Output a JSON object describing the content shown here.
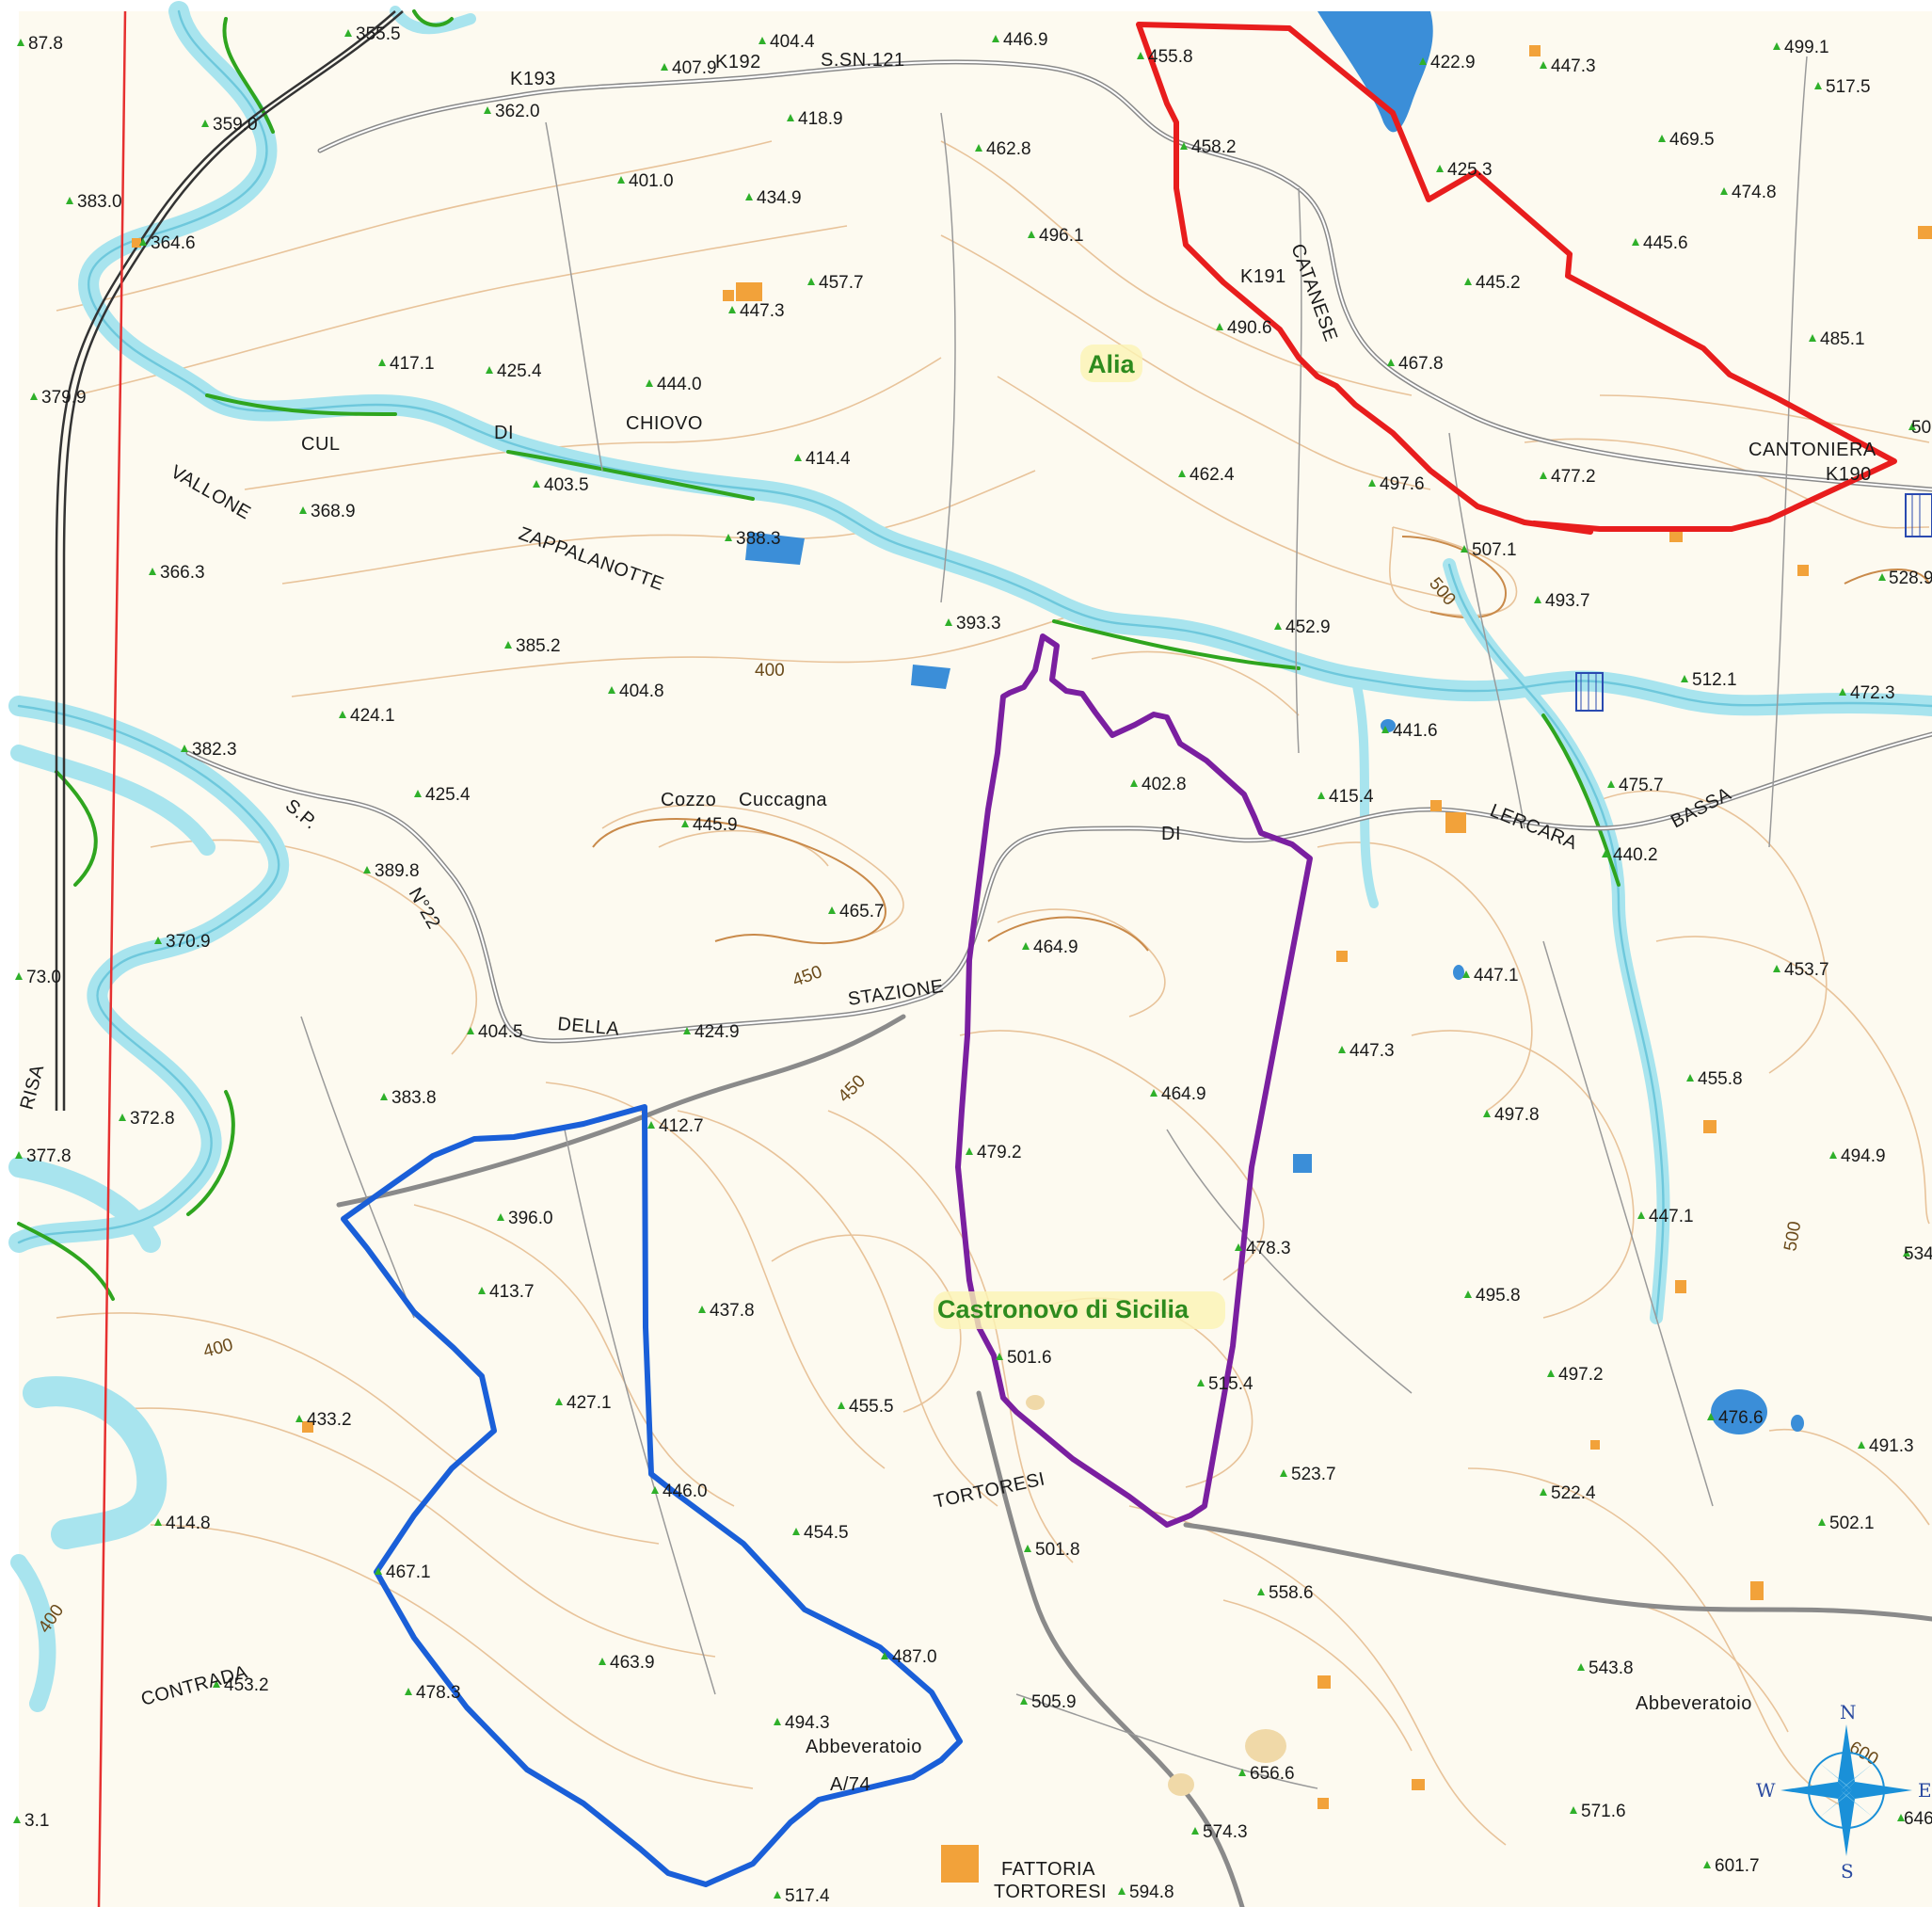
{
  "map": {
    "towns": [
      {
        "id": "alia",
        "text": "Alia"
      },
      {
        "id": "castronovo",
        "text": "Castronovo di Sicilia"
      }
    ],
    "places": [
      {
        "id": "cul",
        "text": "CUL"
      },
      {
        "id": "di1",
        "text": "DI"
      },
      {
        "id": "chiovo",
        "text": "CHIOVO"
      },
      {
        "id": "vallone",
        "text": "VALLONE"
      },
      {
        "id": "zappalanotte",
        "text": "ZAPPALANOTTE"
      },
      {
        "id": "cozzo",
        "text": "Cozzo"
      },
      {
        "id": "cuccagna",
        "text": "Cuccagna"
      },
      {
        "id": "sp",
        "text": "S.P."
      },
      {
        "id": "n22",
        "text": "N°22"
      },
      {
        "id": "della",
        "text": "DELLA"
      },
      {
        "id": "stazione",
        "text": "STAZIONE"
      },
      {
        "id": "di2",
        "text": "DI"
      },
      {
        "id": "lercara",
        "text": "LERCARA"
      },
      {
        "id": "bassa",
        "text": "BASSA"
      },
      {
        "id": "catanese",
        "text": "CATANESE"
      },
      {
        "id": "cantoniera",
        "text": "CANTONIERA"
      },
      {
        "id": "tortoresi",
        "text": "TORTORESI"
      },
      {
        "id": "contrada",
        "text": "CONTRADA"
      },
      {
        "id": "abbeveratoio1",
        "text": "Abbeveratoio"
      },
      {
        "id": "a74",
        "text": "A/74"
      },
      {
        "id": "abbeveratoio2",
        "text": "Abbeveratoio"
      },
      {
        "id": "fattoria",
        "text": "FATTORIA"
      },
      {
        "id": "tortoresi2",
        "text": "TORTORESI"
      },
      {
        "id": "ssn121",
        "text": "S.SN.121"
      },
      {
        "id": "k192",
        "text": "K192"
      },
      {
        "id": "k193",
        "text": "K193"
      },
      {
        "id": "k191",
        "text": "K191"
      },
      {
        "id": "k190",
        "text": "K190"
      },
      {
        "id": "risa",
        "text": "RISA"
      }
    ],
    "contour_labels": [
      {
        "id": "c400a",
        "text": "400"
      },
      {
        "id": "c450a",
        "text": "450"
      },
      {
        "id": "c450b",
        "text": "450"
      },
      {
        "id": "c500a",
        "text": "500"
      },
      {
        "id": "c400b",
        "text": "400"
      },
      {
        "id": "c400c",
        "text": "400"
      },
      {
        "id": "c500b",
        "text": "500"
      },
      {
        "id": "c600",
        "text": "600"
      }
    ],
    "spot_heights": [
      "87.8",
      "355.5",
      "404.4",
      "407.9",
      "446.9",
      "455.8",
      "422.9",
      "447.3",
      "499.1",
      "517.5",
      "362.0",
      "359.0",
      "418.9",
      "458.2",
      "462.8",
      "469.5",
      "425.3",
      "474.8",
      "383.0",
      "401.0",
      "434.9",
      "364.6",
      "496.1",
      "445.6",
      "457.7",
      "445.2",
      "447.3",
      "490.6",
      "485.1",
      "417.1",
      "425.4",
      "444.0",
      "467.8",
      "379.9",
      "414.4",
      "462.4",
      "497.6",
      "477.2",
      "403.5",
      "368.9",
      "388.3",
      "507.1",
      "366.3",
      "393.3",
      "452.9",
      "493.7",
      "528.9",
      "385.2",
      "404.8",
      "424.1",
      "512.1",
      "472.3",
      "382.3",
      "441.6",
      "425.4",
      "445.9",
      "402.8",
      "415.4",
      "475.7",
      "389.8",
      "440.2",
      "465.7",
      "370.9",
      "464.9",
      "447.1",
      "453.7",
      "73.0",
      "404.5",
      "424.9",
      "447.3",
      "383.8",
      "464.9",
      "455.8",
      "372.8",
      "412.7",
      "497.8",
      "494.9",
      "377.8",
      "479.2",
      "396.0",
      "447.1",
      "478.3",
      "413.7",
      "437.8",
      "495.8",
      "501.6",
      "427.1",
      "455.5",
      "515.4",
      "497.2",
      "433.2",
      "476.6",
      "491.3",
      "414.8",
      "446.0",
      "454.5",
      "523.7",
      "522.4",
      "467.1",
      "501.8",
      "502.1",
      "558.6",
      "463.9",
      "487.0",
      "543.8",
      "453.2",
      "478.3",
      "494.3",
      "505.9",
      "656.6",
      "571.6",
      "574.3",
      "517.4",
      "594.8",
      "601.7",
      "646",
      "3.1",
      "534",
      "50"
    ],
    "legend_colors": {
      "area_red": "#e81d1d",
      "area_purple": "#7a1fa0",
      "area_blue": "#1a5fd8",
      "river": "#a8e4ee",
      "contour": "#e5b888",
      "road": "#8a8a8a",
      "border_red": "#e63030",
      "town_label": "#2e8b1e"
    },
    "compass": {
      "n": "N",
      "s": "S",
      "e": "E",
      "w": "W"
    }
  }
}
